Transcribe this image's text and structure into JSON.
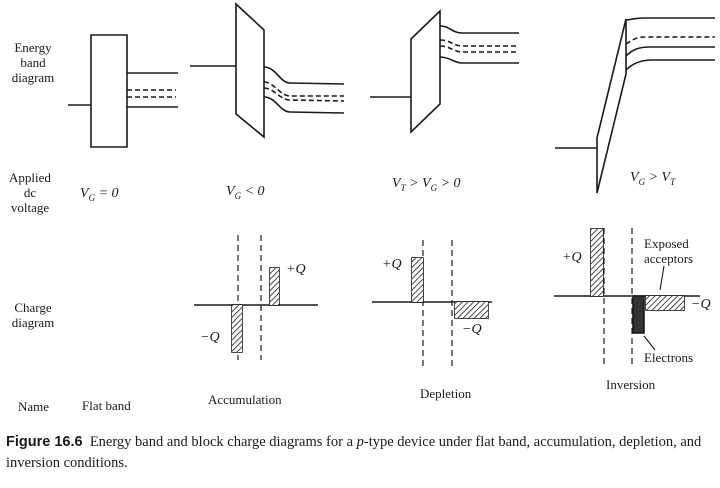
{
  "rows": {
    "energy": "Energy band diagram",
    "applied": "Applied dc voltage",
    "charge": "Charge diagram",
    "name": "Name"
  },
  "conditions": [
    {
      "name": "Flat band",
      "voltage": "V_G = 0"
    },
    {
      "name": "Accumulation",
      "voltage": "V_G < 0"
    },
    {
      "name": "Depletion",
      "voltage": "V_T > V_G > 0"
    },
    {
      "name": "Inversion",
      "voltage": "V_G > V_T"
    }
  ],
  "charges": {
    "plus_q": "+Q",
    "minus_q": "−Q"
  },
  "annotations": {
    "exposed_acceptors": "Exposed acceptors",
    "electrons": "Electrons"
  },
  "caption": {
    "label": "Figure 16.6",
    "text_before": "Energy band and block charge diagrams for a",
    "text_italic": "p",
    "text_after": "-type device under flat band, accumulation, depletion, and inversion conditions."
  }
}
